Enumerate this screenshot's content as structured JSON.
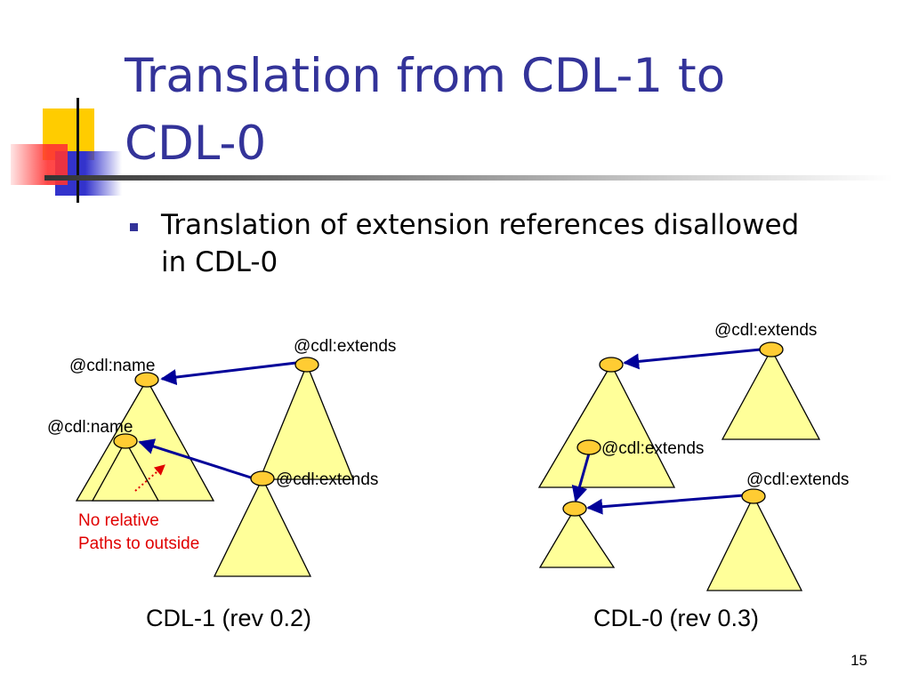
{
  "slide": {
    "title_lines": [
      "Translation from CDL-1 to",
      "CDL-0"
    ],
    "bullet_lines": [
      "Translation of extension references disallowed",
      "in CDL-0"
    ],
    "page_number": "15"
  },
  "colors": {
    "title": "#333399",
    "tree_fill": "#ffff99",
    "node_fill": "#ffcc33",
    "arrow": "#000099",
    "note": "#e00000",
    "deco_yellow": "#ffcc00",
    "deco_blue": "#3333cc",
    "deco_red": "#ff3333"
  },
  "diagram": {
    "left": {
      "caption": "CDL-1 (rev 0.2)",
      "labels": {
        "name_outer": "@cdl:name",
        "name_inner": "@cdl:name",
        "extends_top": "@cdl:extends",
        "extends_bottom": "@cdl:extends"
      },
      "note_lines": [
        "No relative",
        "Paths to outside"
      ]
    },
    "right": {
      "caption": "CDL-0 (rev 0.3)",
      "labels": {
        "extends_top": "@cdl:extends",
        "extends_middle": "@cdl:extends",
        "extends_bottom": "@cdl:extends"
      }
    }
  }
}
